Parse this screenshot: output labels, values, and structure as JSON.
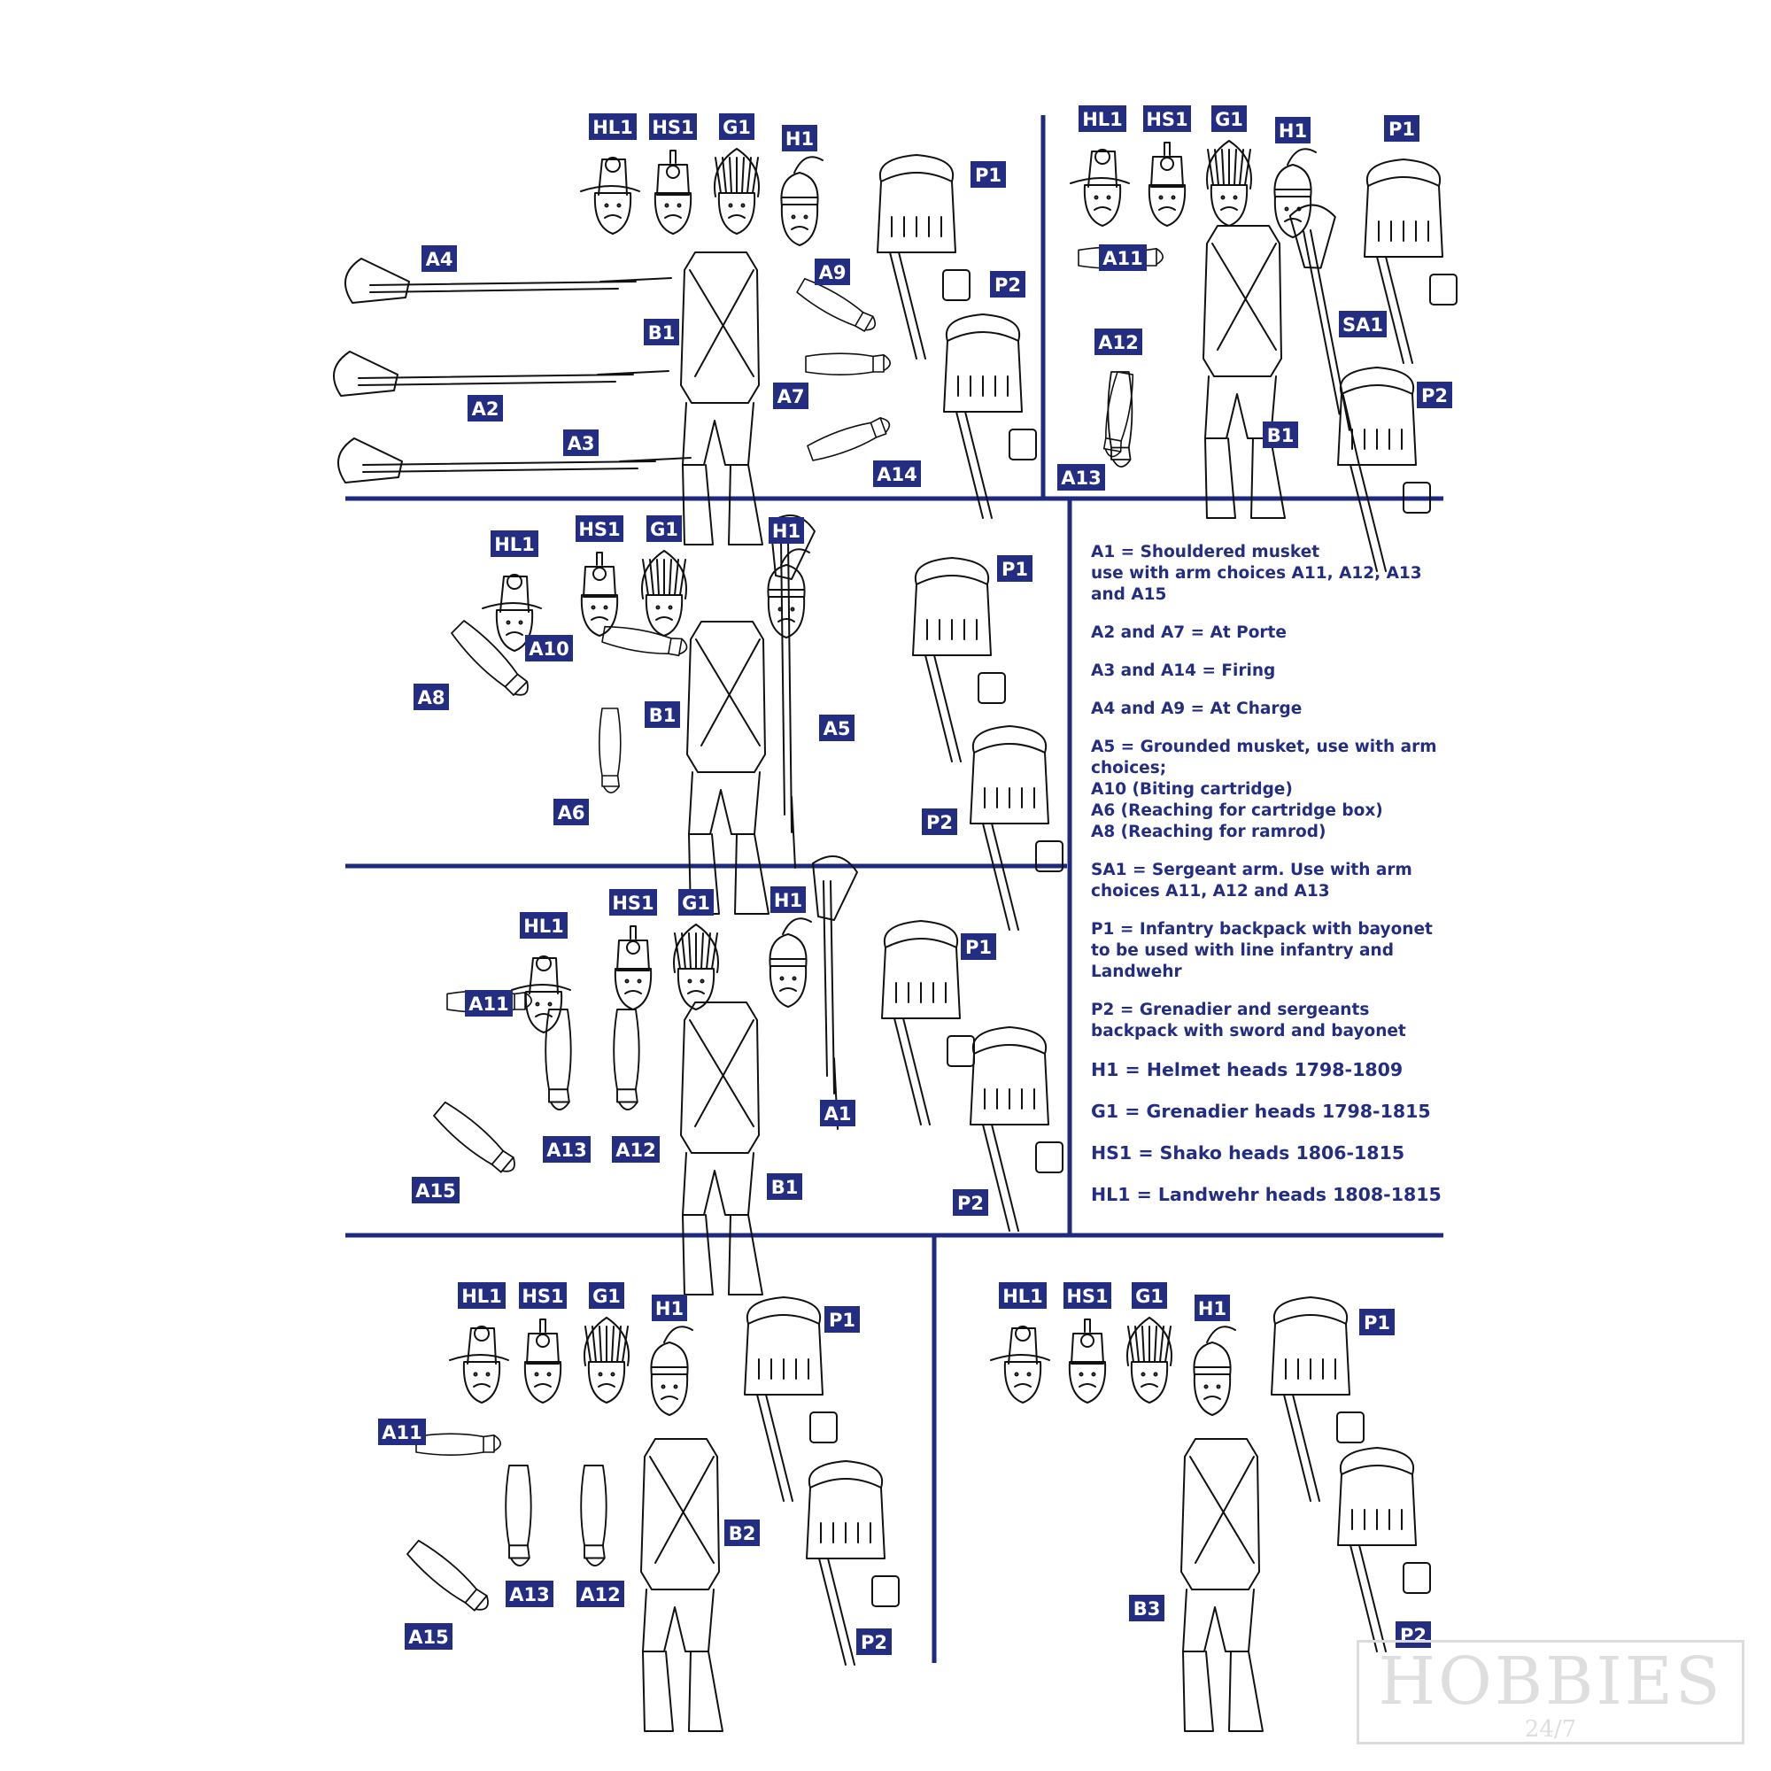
{
  "panels": [
    {
      "heads": [
        "HL1",
        "HS1",
        "G1",
        "H1"
      ],
      "parts": [
        {
          "id": "A4",
          "kind": "arm-musket"
        },
        {
          "id": "A2",
          "kind": "arm-musket"
        },
        {
          "id": "A3",
          "kind": "arm-musket"
        },
        {
          "id": "B1",
          "kind": "body"
        },
        {
          "id": "A9",
          "kind": "arm"
        },
        {
          "id": "A7",
          "kind": "arm"
        },
        {
          "id": "A14",
          "kind": "arm"
        },
        {
          "id": "P1",
          "kind": "pack"
        },
        {
          "id": "P2",
          "kind": "pack"
        }
      ]
    },
    {
      "heads": [
        "HL1",
        "HS1",
        "G1",
        "H1"
      ],
      "parts": [
        {
          "id": "A11",
          "kind": "arm"
        },
        {
          "id": "A12",
          "kind": "arm"
        },
        {
          "id": "A13",
          "kind": "arm"
        },
        {
          "id": "B1",
          "kind": "body"
        },
        {
          "id": "SA1",
          "kind": "arm-musket"
        },
        {
          "id": "P1",
          "kind": "pack"
        },
        {
          "id": "P2",
          "kind": "pack"
        }
      ]
    },
    {
      "heads": [
        "HL1",
        "HS1",
        "G1",
        "H1"
      ],
      "parts": [
        {
          "id": "A10",
          "kind": "arm"
        },
        {
          "id": "A8",
          "kind": "arm"
        },
        {
          "id": "A6",
          "kind": "arm"
        },
        {
          "id": "B1",
          "kind": "body"
        },
        {
          "id": "A5",
          "kind": "arm-musket"
        },
        {
          "id": "P1",
          "kind": "pack"
        },
        {
          "id": "P2",
          "kind": "pack"
        }
      ]
    },
    {
      "heads": [
        "HL1",
        "HS1",
        "G1",
        "H1"
      ],
      "parts": [
        {
          "id": "A11",
          "kind": "arm"
        },
        {
          "id": "A15",
          "kind": "arm"
        },
        {
          "id": "A13",
          "kind": "arm"
        },
        {
          "id": "A12",
          "kind": "arm"
        },
        {
          "id": "B1",
          "kind": "body"
        },
        {
          "id": "A1",
          "kind": "arm-musket"
        },
        {
          "id": "P1",
          "kind": "pack"
        },
        {
          "id": "P2",
          "kind": "pack"
        }
      ]
    },
    {
      "heads": [
        "HL1",
        "HS1",
        "G1",
        "H1"
      ],
      "parts": [
        {
          "id": "A11",
          "kind": "arm"
        },
        {
          "id": "A15",
          "kind": "arm"
        },
        {
          "id": "A13",
          "kind": "arm"
        },
        {
          "id": "A12",
          "kind": "arm"
        },
        {
          "id": "B2",
          "kind": "body"
        },
        {
          "id": "P1",
          "kind": "pack"
        },
        {
          "id": "P2",
          "kind": "pack"
        }
      ]
    },
    {
      "heads": [
        "HL1",
        "HS1",
        "G1",
        "H1"
      ],
      "parts": [
        {
          "id": "B3",
          "kind": "body"
        },
        {
          "id": "P1",
          "kind": "pack"
        },
        {
          "id": "P2",
          "kind": "pack"
        }
      ]
    }
  ],
  "legend": [
    "A1 = Shouldered musket\nuse with arm choices A11, A12, A13\nand A15",
    "A2 and A7 = At Porte",
    "A3 and A14 = Firing",
    "A4 and A9 = At Charge",
    "A5 = Grounded musket, use with arm\nchoices;\nA10 (Biting cartridge)\nA6 (Reaching for cartridge box)\nA8 (Reaching for ramrod)",
    "SA1 = Sergeant arm. Use with arm\nchoices A11, A12 and A13",
    "P1 = Infantry backpack with bayonet\nto be used with line infantry and\nLandwehr",
    "P2 = Grenadier and sergeants\nbackpack with sword and bayonet",
    "H1 = Helmet heads 1798-1809",
    "G1 = Grenadier heads 1798-1815",
    "HS1 = Shako heads 1806-1815",
    "HL1 = Landwehr heads 1808-1815"
  ],
  "watermark": {
    "brand": "HOBBIES",
    "sub": "24/7"
  },
  "colors": {
    "label_bg": "#232e83",
    "label_text": "#ffffff",
    "line": "#1e2a7e",
    "drawing": "#111111",
    "watermark": "#dcdcdc"
  }
}
